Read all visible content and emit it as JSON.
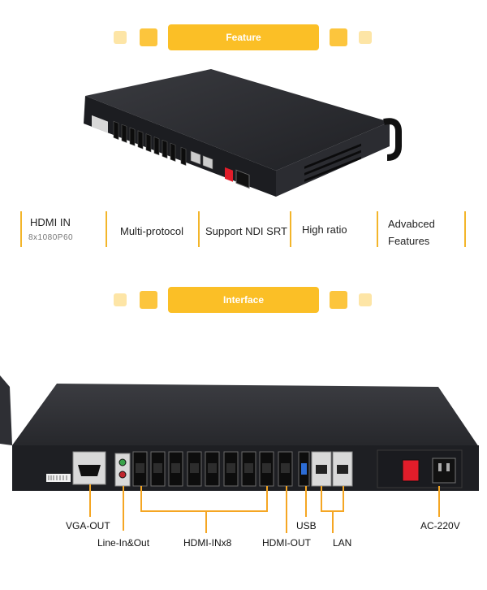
{
  "sections": {
    "feature_title": "Feature",
    "interface_title": "Interface"
  },
  "features": [
    {
      "title": "HDMI IN",
      "subtitle": "8x1080P60"
    },
    {
      "title": "Multi-protocol"
    },
    {
      "title": "Support NDI SRT"
    },
    {
      "title": "High ratio"
    },
    {
      "title": "Advabced Features"
    }
  ],
  "callouts": {
    "vga_out": "VGA-OUT",
    "line_in_out": "Line-In&Out",
    "hdmi_in": "HDMI-INx8",
    "hdmi_out": "HDMI-OUT",
    "usb": "USB",
    "lan": "LAN",
    "ac": "AC-220V"
  },
  "colors": {
    "accent": "#fbbf26",
    "accent_light": "#fde5a6",
    "callout_line": "#f5a623",
    "chassis": "#2a2b2f",
    "power_switch": "#e11d2a"
  },
  "icons": [
    "device-photo-top",
    "device-photo-rear",
    "power-switch",
    "hdmi-port",
    "vga-port",
    "usb-port",
    "lan-port",
    "audio-jack",
    "power-inlet"
  ]
}
